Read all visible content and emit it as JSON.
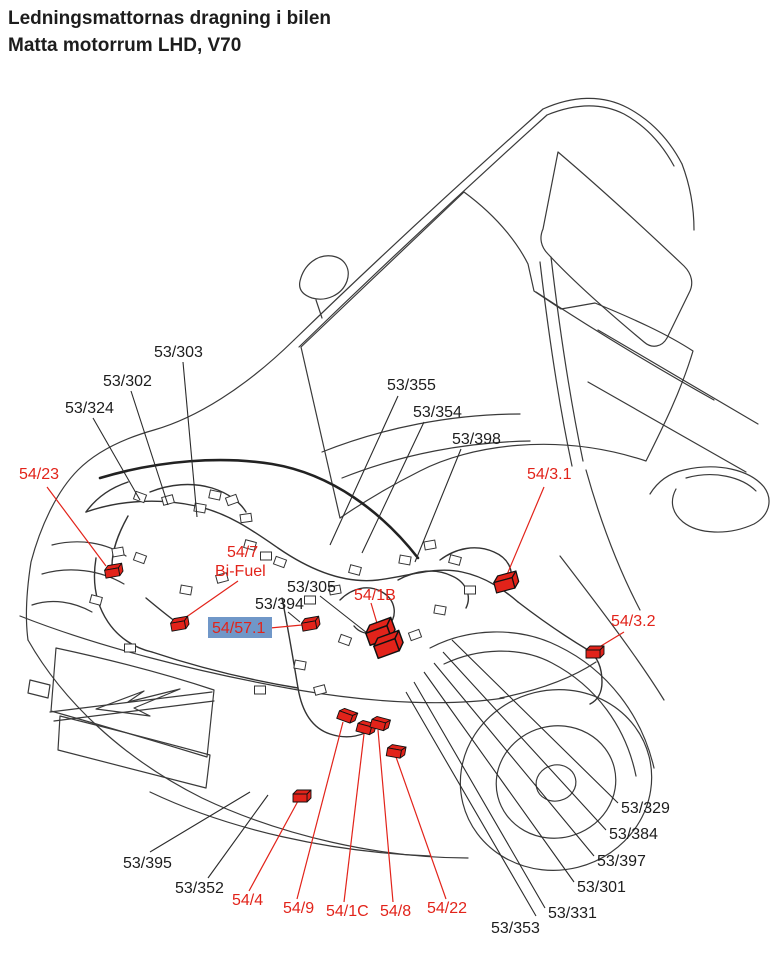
{
  "title": {
    "line1": "Ledningsmattornas dragning i bilen",
    "line2": "Matta motorrum LHD, V70"
  },
  "colors": {
    "label_black": "#1d1d1d",
    "label_red": "#e2231a",
    "connector_red": "#e2231a",
    "highlight_blue": "#7097c8",
    "line_art": "#3a3a3a"
  },
  "highlighted_label": "54/57.1",
  "labels": {
    "k53_303": "53/303",
    "k53_302": "53/302",
    "k53_324": "53/324",
    "k53_355": "53/355",
    "k53_354": "53/354",
    "k53_398": "53/398",
    "k53_305": "53/305",
    "k53_394": "53/394",
    "k53_329": "53/329",
    "k53_384": "53/384",
    "k53_397": "53/397",
    "k53_301": "53/301",
    "k53_331": "53/331",
    "k53_353": "53/353",
    "k53_395": "53/395",
    "k53_352": "53/352",
    "k54_23": "54/23",
    "k54_7": "54/7",
    "k54_7_sub": "Bi-Fuel",
    "k54_1B": "54/1B",
    "k54_3_1": "54/3.1",
    "k54_3_2": "54/3.2",
    "k54_57_1": "54/57.1",
    "k54_4": "54/4",
    "k54_9": "54/9",
    "k54_1C": "54/1C",
    "k54_8": "54/8",
    "k54_22": "54/22"
  }
}
